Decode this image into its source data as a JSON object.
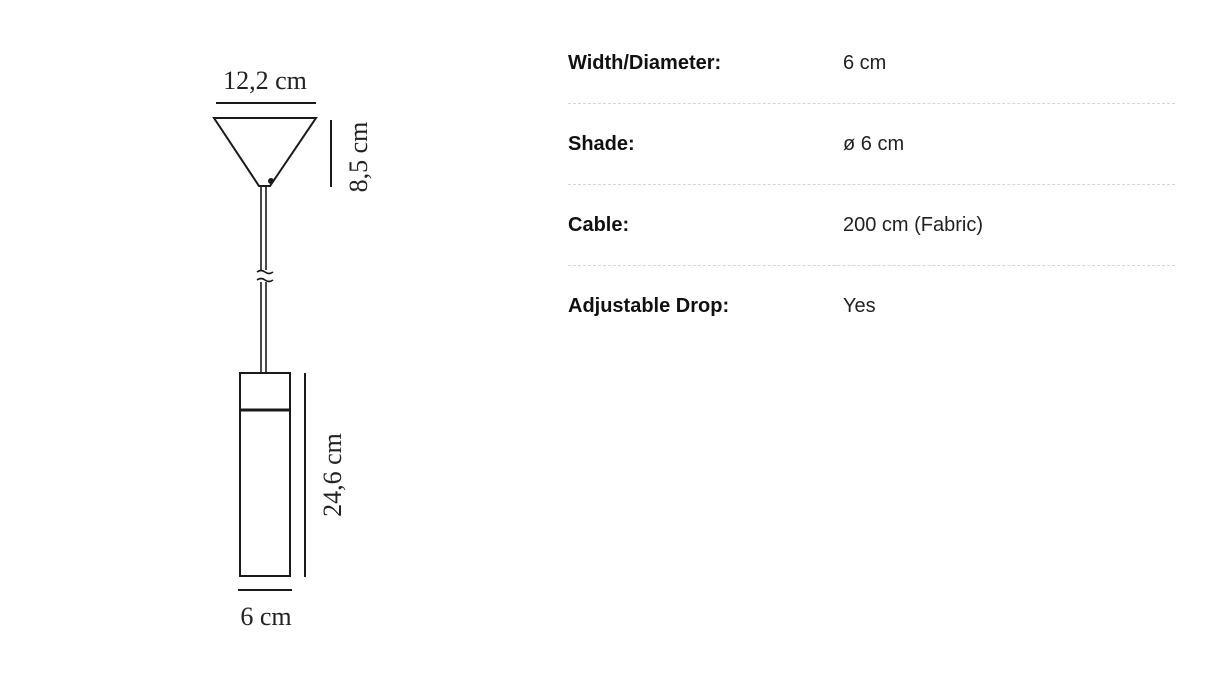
{
  "diagram": {
    "width_top": "12,2 cm",
    "canopy_height": "8,5 cm",
    "shade_height": "24,6 cm",
    "width_bottom": "6 cm"
  },
  "specs": [
    {
      "label": "Width/Diameter:",
      "value": "6 cm"
    },
    {
      "label": "Shade:",
      "value": "ø 6 cm"
    },
    {
      "label": "Cable:",
      "value": "200 cm (Fabric)"
    },
    {
      "label": "Adjustable Drop:",
      "value": "Yes"
    }
  ]
}
